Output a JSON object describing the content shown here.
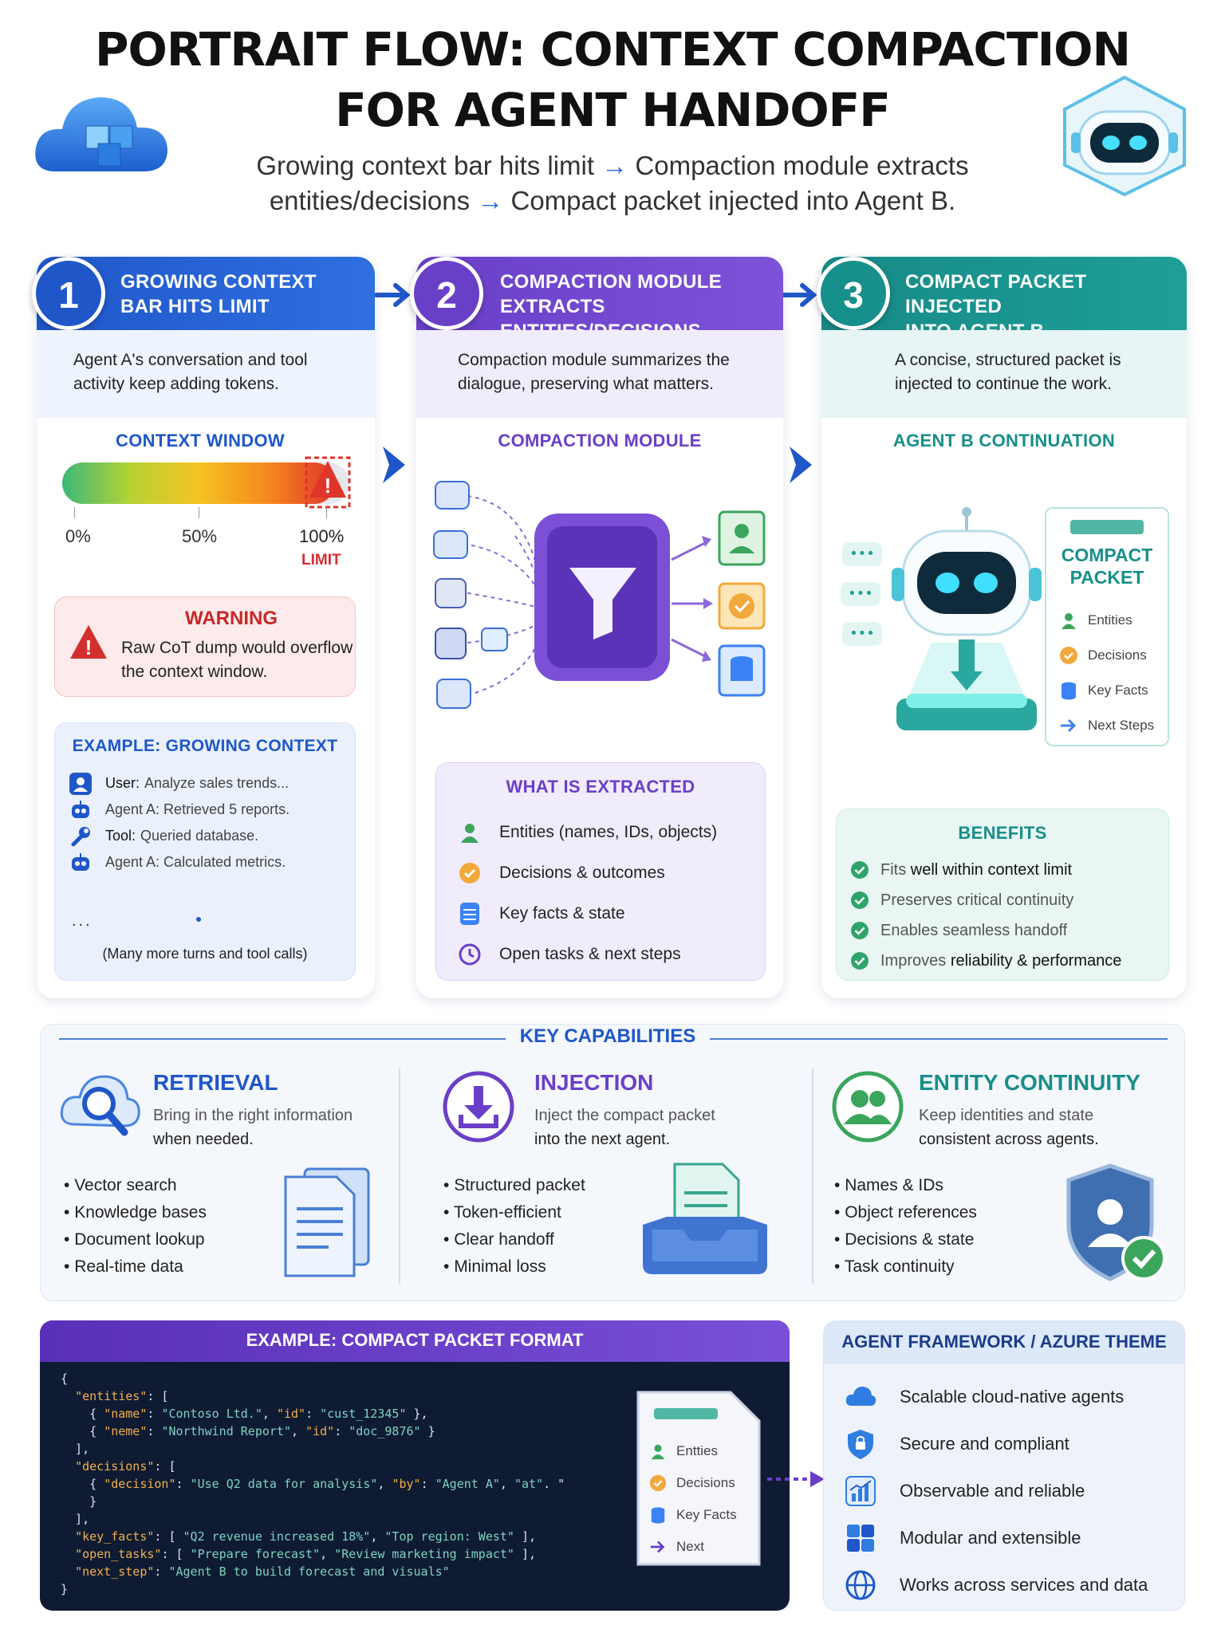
{
  "title_line1": "PORTRAIT FLOW: CONTEXT COMPACTION",
  "title_line2": "FOR AGENT HANDOFF",
  "subtitle": {
    "part1": "Growing context bar hits limit",
    "part2": "Compaction module extracts",
    "part3": "entities/decisions",
    "part4": "Compact packet injected into Agent B.",
    "arrow": "→"
  },
  "step1": {
    "number": "1",
    "title_l1": "GROWING CONTEXT",
    "title_l2": "BAR HITS LIMIT",
    "desc_l1": "Agent A's conversation and tool",
    "desc_l2": "activity keep adding tokens.",
    "section": "CONTEXT WINDOW",
    "tick0": "0%",
    "tick50": "50%",
    "tick100": "100%",
    "limit": "LIMIT",
    "fill_fraction": 0.95,
    "warning_title": "WARNING",
    "warning_l1": "Raw CoT dump would overflow",
    "warning_l2": "the context window.",
    "example_title": "EXAMPLE: GROWING CONTEXT",
    "example": [
      {
        "icon": "user-icon",
        "label": "User:",
        "text": "Analyze sales trends..."
      },
      {
        "icon": "robot-icon",
        "label": "",
        "text": "Agent A: Retrieved 5 reports."
      },
      {
        "icon": "wrench-icon",
        "label": "Tool:",
        "text": "Queried database."
      },
      {
        "icon": "robot-icon",
        "label": "",
        "text": "Agent A: Calculated metrics."
      }
    ],
    "ellipsis": "...",
    "more": "(Many more turns and tool calls)"
  },
  "step2": {
    "number": "2",
    "title_l1": "COMPACTION MODULE",
    "title_l2": "EXTRACTS ENTITIES/DECISIONS",
    "desc_l1": "Compaction module summarizes the",
    "desc_l2": "dialogue, preserving what matters.",
    "section": "COMPACTION MODULE",
    "extracted_title": "WHAT IS EXTRACTED",
    "extracted": [
      "Entities (names, IDs, objects)",
      "Decisions & outcomes",
      "Key facts & state",
      "Open tasks & next steps"
    ]
  },
  "step3": {
    "number": "3",
    "title_l1": "COMPACT PACKET INJECTED",
    "title_l2": "INTO AGENT B",
    "desc_l1": "A concise, structured packet is",
    "desc_l2": "injected to continue the work.",
    "section": "AGENT B CONTINUATION",
    "packet_l1": "COMPACT",
    "packet_l2": "PACKET",
    "packet_items": [
      "Entities",
      "Decisions",
      "Key Facts",
      "Next Steps"
    ],
    "benefits_title": "BENEFITS",
    "benefits": [
      {
        "a": "Fits ",
        "b": "well within context limit"
      },
      {
        "a": "Preserves critical continuity",
        "b": ""
      },
      {
        "a": "Enables seamless handoff",
        "b": ""
      },
      {
        "a": "Improves ",
        "b": "reliability & performance"
      }
    ]
  },
  "capabilities": {
    "title": "KEY CAPABILITIES",
    "items": [
      {
        "title": "RETRIEVAL",
        "desc_l1": "Bring in the right information",
        "desc_l2": "when needed.",
        "bullets": [
          "Vector search",
          "Knowledge bases",
          "Document lookup",
          "Real-time data"
        ]
      },
      {
        "title": "INJECTION",
        "desc_l1": "Inject the compact packet",
        "desc_l2": "into the next agent.",
        "bullets": [
          "Structured packet",
          "Token-efficient",
          "Clear handoff",
          "Minimal loss"
        ]
      },
      {
        "title": "ENTITY CONTINUITY",
        "desc_l1": "Keep identities and state",
        "desc_l2": "consistent across agents.",
        "bullets": [
          "Names & IDs",
          "Object references",
          "Decisions & state",
          "Task continuity"
        ]
      }
    ]
  },
  "packet_format": {
    "title": "EXAMPLE: COMPACT PACKET FORMAT",
    "code_lines": [
      "{",
      "  \"entities\": [",
      "    { \"name\": \"Contoso Ltd.\", \"id\": \"cust_12345\" },",
      "    { \"neme\": \"Northwind Report\", \"id\": \"doc_9876\" }",
      "  ],",
      "  \"decisions\": [",
      "    { \"decision\": \"Use Q2 data for analysis\", \"by\": \"Agent A\", \"at\". \"",
      "    }",
      "  ],",
      "  \"key_facts\": [ \"Q2 revenue increased 18%\", \"Top region: West\" ],",
      "  \"open_tasks\": [ \"Prepare forecast\", \"Review marketing impact\" ],",
      "  \"next_step\": \"Agent B to build forecast and visuals\"",
      "}"
    ],
    "doc_items": [
      "Entties",
      "Decisions",
      "Key Facts",
      "Next"
    ]
  },
  "framework": {
    "title": "AGENT FRAMEWORK / AZURE THEME",
    "items": [
      {
        "icon": "cloud-icon",
        "text": "Scalable cloud-native agents"
      },
      {
        "icon": "shield-lock-icon",
        "text": "Secure and compliant"
      },
      {
        "icon": "chart-icon",
        "text": "Observable and reliable"
      },
      {
        "icon": "puzzle-icon",
        "text": "Modular and extensible"
      },
      {
        "icon": "globe-icon",
        "text": "Works across services and data"
      }
    ]
  },
  "colors": {
    "blue": "#1f57c9",
    "purple": "#6a3fc8",
    "teal": "#178f8a",
    "navy": "#0f1b33",
    "warning": "#d32f2f"
  }
}
